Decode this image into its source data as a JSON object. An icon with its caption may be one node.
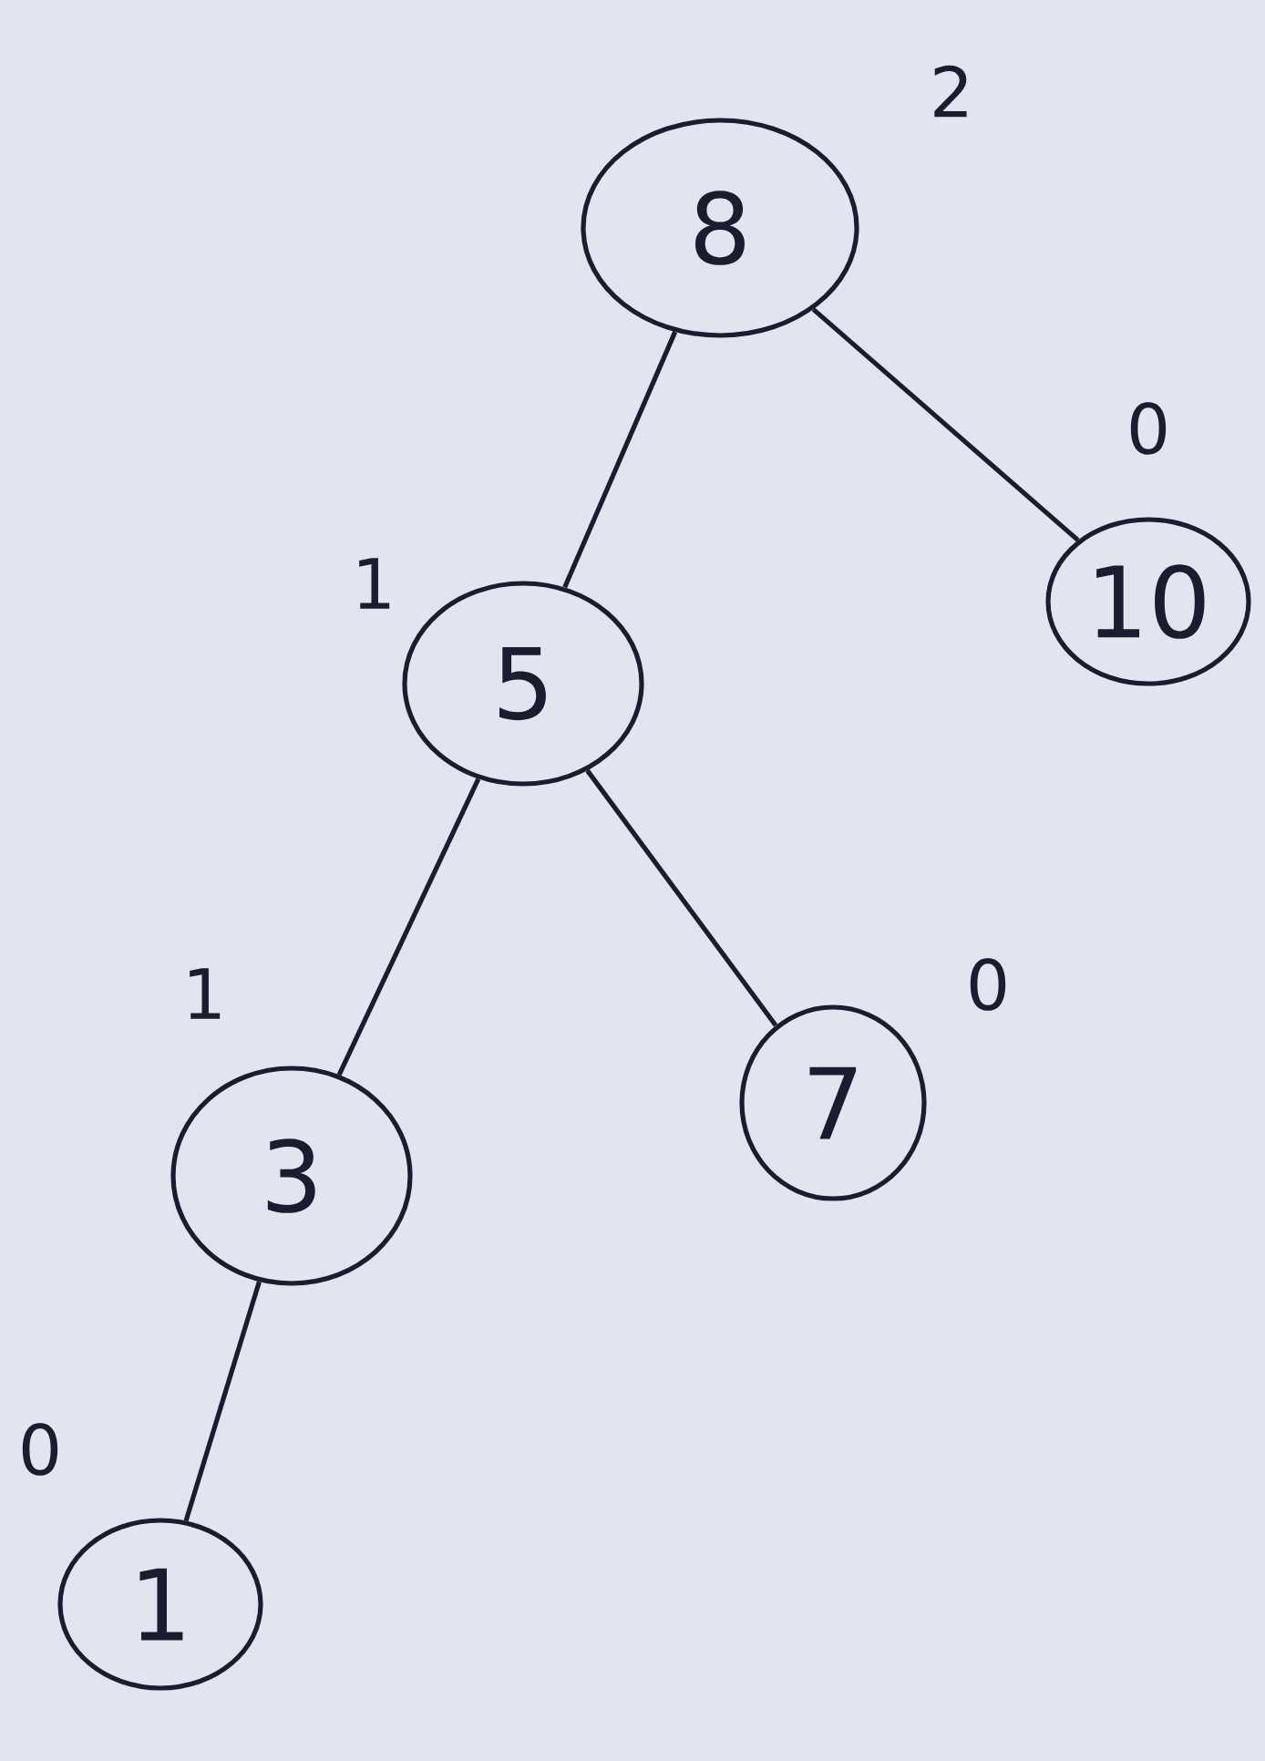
{
  "diagram": {
    "nodes": [
      {
        "text": [
          "8"
        ],
        "beside": [
          "2"
        ]
      },
      {
        "text": [
          "5"
        ],
        "beside": [
          "1"
        ]
      },
      {
        "text": [
          "10"
        ],
        "beside": [
          "0"
        ]
      },
      {
        "text": [
          "3"
        ],
        "beside": [
          "1"
        ]
      },
      {
        "text": [
          "7"
        ],
        "beside": [
          "0"
        ]
      },
      {
        "text": [
          "1"
        ],
        "beside": [
          "0"
        ]
      }
    ],
    "edges": [
      {
        "from": 0,
        "to": 1,
        "arrow": "none"
      },
      {
        "from": 0,
        "to": 2,
        "arrow": "none"
      },
      {
        "from": 1,
        "to": 3,
        "arrow": "none"
      },
      {
        "from": 1,
        "to": 4,
        "arrow": "none"
      },
      {
        "from": 3,
        "to": 5,
        "arrow": "none"
      }
    ]
  }
}
